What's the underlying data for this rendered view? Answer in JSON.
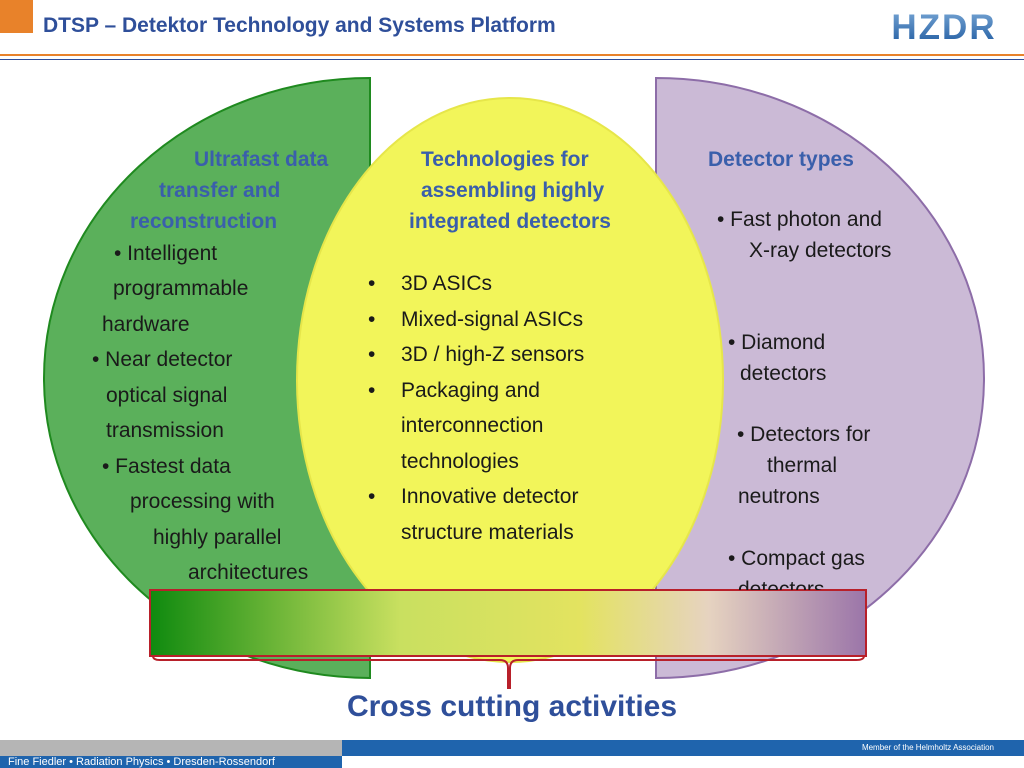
{
  "header": {
    "title": "DTSP – Detektor Technology and Systems Platform",
    "logo_text": "HZDR"
  },
  "left_panel": {
    "heading": [
      "Ultrafast data",
      "transfer and",
      "reconstruction"
    ],
    "lines": [
      "• Intelligent",
      "programmable",
      "hardware",
      "• Near detector",
      "optical signal",
      "transmission",
      "• Fastest data",
      "processing with",
      "highly parallel",
      "architectures"
    ]
  },
  "center_panel": {
    "heading": [
      "Technologies for",
      "assembling highly",
      "integrated detectors"
    ],
    "bullet_char": "•",
    "items": [
      {
        "lines": [
          "3D ASICs"
        ]
      },
      {
        "lines": [
          "Mixed-signal ASICs"
        ]
      },
      {
        "lines": [
          "3D / high-Z sensors"
        ]
      },
      {
        "lines": [
          "Packaging and",
          "interconnection",
          "technologies"
        ]
      },
      {
        "lines": [
          "Innovative detector",
          "structure materials"
        ]
      }
    ]
  },
  "right_panel": {
    "heading": "Detector types",
    "lines": [
      "• Fast photon and",
      "X-ray detectors",
      "• Diamond",
      "detectors",
      "• Detectors for",
      "thermal",
      "neutrons",
      "• Compact gas",
      "detectors"
    ]
  },
  "cross_cutting": "Cross cutting activities",
  "footer": {
    "left": "Fine Fiedler • Radiation Physics • Dresden-Rossendorf",
    "right": "Member of the Helmholtz Association"
  },
  "colors": {
    "orange": "#e8822a",
    "blue": "#2f4f9a",
    "left_fill": "#5bb05b",
    "center_fill": "#f2f55a",
    "right_fill": "#cbbad6"
  }
}
